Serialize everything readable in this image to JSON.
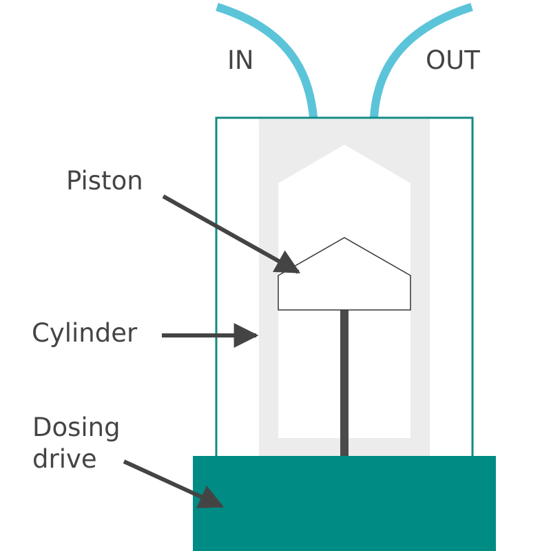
{
  "labels": {
    "in": "IN",
    "out": "OUT",
    "piston": "Piston",
    "cylinder": "Cylinder",
    "dosing_drive_line1": "Dosing",
    "dosing_drive_line2": "drive"
  },
  "colors": {
    "tube": "#5bc4d9",
    "housing_outline": "#138a82",
    "dosing_drive": "#008b84",
    "cylinder_fill": "#ececec",
    "piston_outline": "#333333",
    "rod": "#4a4a4a",
    "arrow": "#444444",
    "text": "#444444"
  }
}
